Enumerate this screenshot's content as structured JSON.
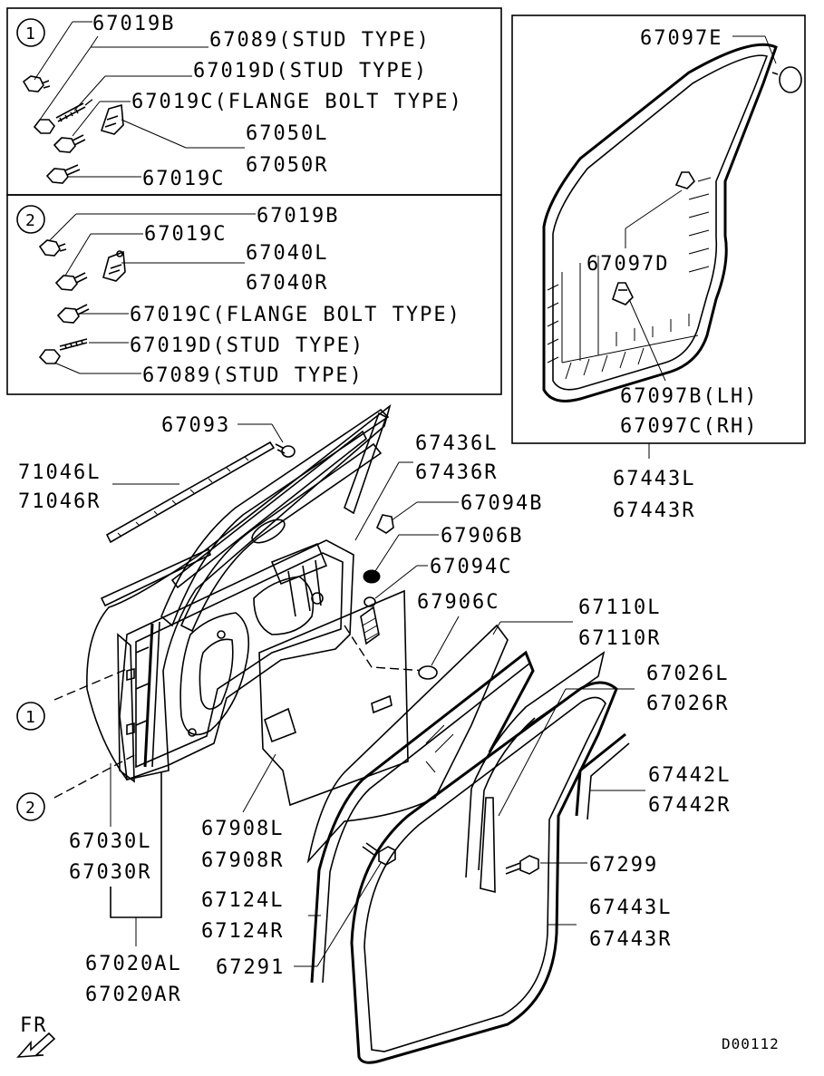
{
  "inset_1": {
    "marker": "1",
    "labels": [
      "67019B",
      "67089(STUD TYPE)",
      "67019D(STUD TYPE)",
      "67019C(FLANGE BOLT TYPE)",
      "67050L",
      "67050R",
      "67019C"
    ]
  },
  "inset_2": {
    "marker": "2",
    "labels": [
      "67019B",
      "67019C",
      "67040L",
      "67040R",
      "67019C(FLANGE BOLT TYPE)",
      "67019D(STUD TYPE)",
      "67089(STUD TYPE)"
    ]
  },
  "inset_3": {
    "labels": [
      "67097E",
      "67097D",
      "67097B(LH)",
      "67097C(RH)"
    ]
  },
  "main": {
    "labels": [
      "67093",
      "71046L",
      "71046R",
      "67436L",
      "67436R",
      "67094B",
      "67906B",
      "67094C",
      "67906C",
      "67110L",
      "67110R",
      "67026L",
      "67026R",
      "67442L",
      "67442R",
      "67299",
      "67443L",
      "67443R",
      "67443L",
      "67443R",
      "67908L",
      "67908R",
      "67124L",
      "67124R",
      "67291",
      "67030L",
      "67030R",
      "67020AL",
      "67020AR"
    ],
    "markers": [
      "1",
      "2"
    ]
  },
  "footer": {
    "direction": "FR",
    "code": "D00112"
  }
}
